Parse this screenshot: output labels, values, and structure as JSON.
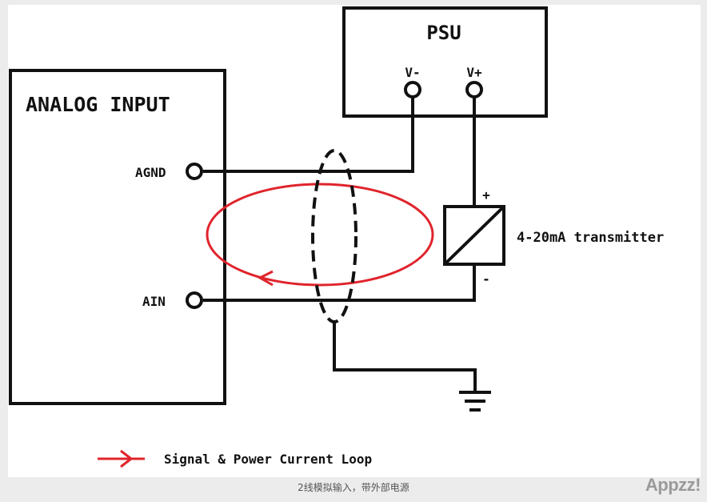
{
  "diagram": {
    "psu_label": "PSU",
    "psu_neg": "V-",
    "psu_pos": "V+",
    "analog_input_label": "ANALOG INPUT",
    "agnd_label": "AGND",
    "ain_label": "AIN",
    "transmitter_label": "4-20mA transmitter",
    "transmitter_plus": "+",
    "transmitter_minus": "-",
    "legend_text": "Signal & Power Current Loop",
    "loop_color": "#e0242c"
  },
  "caption": "2线模拟输入，带外部电源",
  "watermark": "Appzz!"
}
